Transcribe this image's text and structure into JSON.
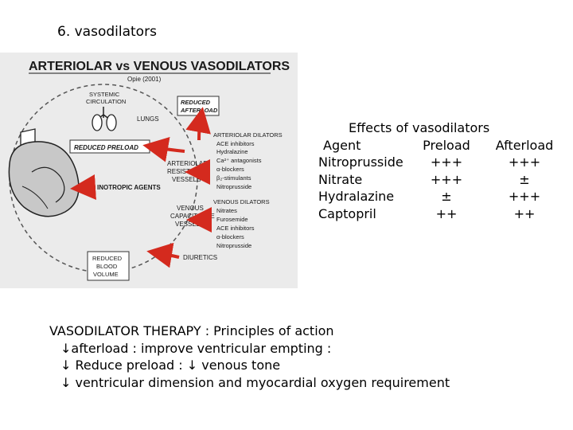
{
  "slide": {
    "title": "6. vasodilators"
  },
  "figure": {
    "title": "ARTERIOLAR vs VENOUS VASODILATORS",
    "source": "Opie (2001)",
    "labels": {
      "systemic_circulation_1": "SYSTEMIC",
      "systemic_circulation_2": "CIRCULATION",
      "lungs": "LUNGS",
      "reduced_afterload_1": "REDUCED",
      "reduced_afterload_2": "AFTERLOAD",
      "reduced_preload": "REDUCED PRELOAD",
      "arteriolar_vessels_1": "ARTERIOLAR",
      "arteriolar_vessels_2": "RESISTANCE",
      "arteriolar_vessels_3": "VESSELS",
      "inotropic_agents": "INOTROPIC AGENTS",
      "venous_vessels_1": "VENOUS",
      "venous_vessels_2": "CAPACITANCE",
      "venous_vessels_3": "VESSELS",
      "diuretics": "DIURETICS",
      "reduced_volume_1": "REDUCED",
      "reduced_volume_2": "BLOOD",
      "reduced_volume_3": "VOLUME"
    },
    "arteriolar_dilators": {
      "heading": "ARTERIOLAR DILATORS",
      "items": [
        "ACE inhibitors",
        "Hydralazine",
        "Ca²⁺ antagonists",
        "α-blockers",
        "β₂-stimulants",
        "Nitroprusside"
      ]
    },
    "venous_dilators": {
      "heading": "VENOUS DILATORS",
      "items": [
        "Nitrates",
        "Furosemide",
        "ACE inhibitors",
        "α-blockers",
        "Nitroprusside"
      ]
    },
    "colors": {
      "arrow_red": "#d42a1e",
      "circle_dash": "#555555",
      "background": "#ebebeb"
    }
  },
  "effects_table": {
    "title": "Effects of vasodilators",
    "headers": [
      "Agent",
      "Preload",
      "Afterload"
    ],
    "rows": [
      [
        "Nitroprusside",
        "+++",
        "+++"
      ],
      [
        "Nitrate",
        "+++",
        "±"
      ],
      [
        "Hydralazine",
        "±",
        "+++"
      ],
      [
        "Captopril",
        "++",
        "++"
      ]
    ]
  },
  "principles": {
    "heading": "VASODILATOR THERAPY : Principles of action",
    "items": [
      "↓afterload : improve ventricular empting :",
      "↓ Reduce preload : ↓ venous tone",
      "↓ ventricular dimension and myocardial oxygen requirement"
    ]
  }
}
